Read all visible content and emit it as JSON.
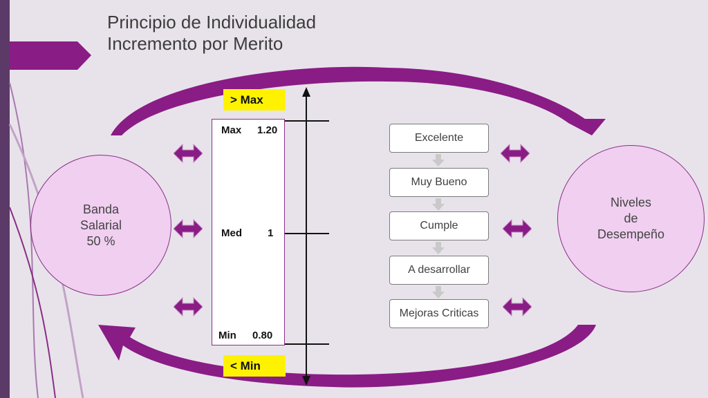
{
  "title": {
    "line1": "Principio de Individualidad",
    "line2": "Incremento por Merito"
  },
  "banda": {
    "line1": "Banda",
    "line2": "Salarial",
    "line3": "50 %"
  },
  "niveles": {
    "line1": "Niveles",
    "line2": "de",
    "line3": "Desempeño"
  },
  "scale": {
    "above_max": "> Max",
    "below_min": "< Min",
    "max_label": "Max",
    "max_value": "1.20",
    "med_label": "Med",
    "med_value": "1",
    "min_label": "Min",
    "min_value": "0.80"
  },
  "levels": [
    "Excelente",
    "Muy Bueno",
    "Cumple",
    "A desarrollar",
    "Mejoras Criticas"
  ],
  "colors": {
    "purple": "#8a1c86",
    "circle_fill": "#f0cff0",
    "highlight": "#fef200",
    "sidebar": "#5b3a67"
  }
}
